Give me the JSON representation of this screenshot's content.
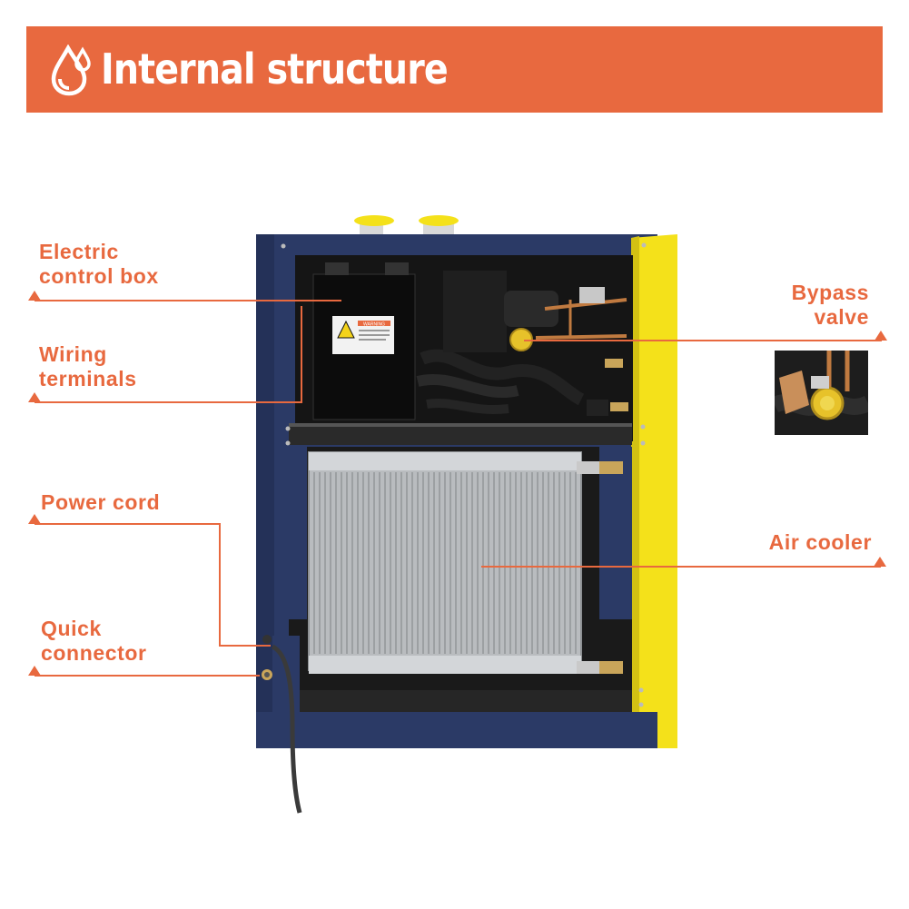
{
  "header": {
    "title": "Internal structure",
    "icon": "water-drop-icon"
  },
  "labels": {
    "electric_control_box": [
      "Electric",
      "control box"
    ],
    "wiring_terminals": [
      "Wiring",
      "terminals"
    ],
    "power_cord": [
      "Power cord"
    ],
    "quick_connector": [
      "Quick",
      "connector"
    ],
    "bypass_valve": [
      "Bypass",
      "valve"
    ],
    "air_cooler": [
      "Air cooler"
    ]
  },
  "warning_sign": {
    "text": "WARNING"
  },
  "colors": {
    "accent": "#e8693f",
    "cabinet_blue": "#2b3a66",
    "panel_yellow": "#f4e11a",
    "interior": "#141414",
    "condenser_silver": "#b9bcbf"
  }
}
